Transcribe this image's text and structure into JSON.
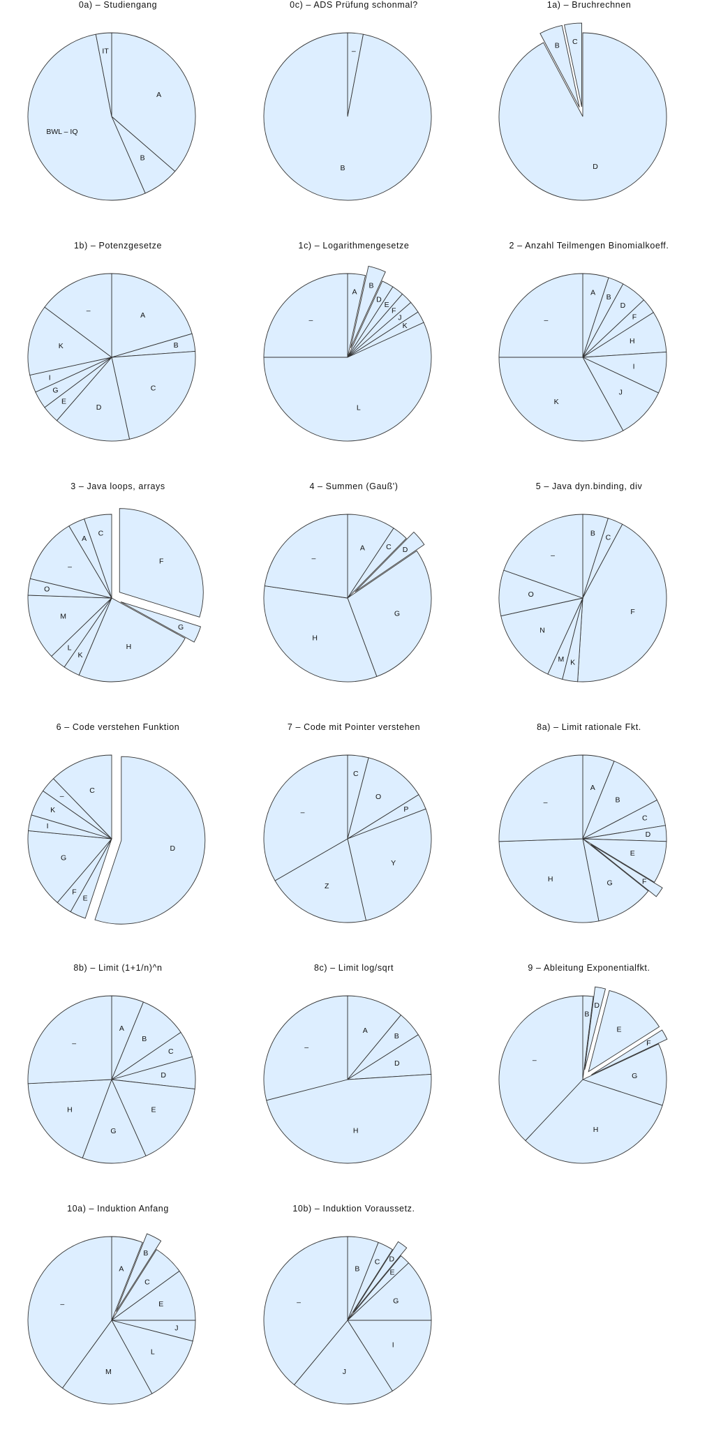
{
  "chart_data": [
    {
      "type": "pie",
      "title": "0a) – Studiengang",
      "slices": [
        {
          "label": "A",
          "value": 36,
          "exploded": false
        },
        {
          "label": "B",
          "value": 7,
          "exploded": false
        },
        {
          "label": "BWL – IQ",
          "value": 53,
          "exploded": false
        },
        {
          "label": "IT",
          "value": 3,
          "exploded": false
        }
      ]
    },
    {
      "type": "pie",
      "title": "0c) – ADS Prüfung schonmal?",
      "slices": [
        {
          "label": "–",
          "value": 3,
          "exploded": false
        },
        {
          "label": "B",
          "value": 97,
          "exploded": false
        }
      ]
    },
    {
      "type": "pie",
      "title": "1a) – Bruchrechnen",
      "slices": [
        {
          "label": "D",
          "value": 83,
          "exploded": false
        },
        {
          "label": "B",
          "value": 4,
          "exploded": true
        },
        {
          "label": "C",
          "value": 3,
          "exploded": true
        }
      ]
    },
    {
      "type": "pie",
      "title": "1b) – Potenzgesetze",
      "slices": [
        {
          "label": "A",
          "value": 18,
          "exploded": false
        },
        {
          "label": "B",
          "value": 3,
          "exploded": false
        },
        {
          "label": "C",
          "value": 20,
          "exploded": false
        },
        {
          "label": "D",
          "value": 13,
          "exploded": false
        },
        {
          "label": "E",
          "value": 3,
          "exploded": false
        },
        {
          "label": "G",
          "value": 3,
          "exploded": false
        },
        {
          "label": "I",
          "value": 3,
          "exploded": false
        },
        {
          "label": "K",
          "value": 12,
          "exploded": false
        },
        {
          "label": "–",
          "value": 13,
          "exploded": false
        }
      ]
    },
    {
      "type": "pie",
      "title": "1c) – Logarithmengesetze",
      "slices": [
        {
          "label": "A",
          "value": 3,
          "exploded": false
        },
        {
          "label": "B",
          "value": 3,
          "exploded": true
        },
        {
          "label": "D",
          "value": 2,
          "exploded": false
        },
        {
          "label": "E",
          "value": 2,
          "exploded": false
        },
        {
          "label": "F",
          "value": 2,
          "exploded": false
        },
        {
          "label": "J",
          "value": 2,
          "exploded": false
        },
        {
          "label": "K",
          "value": 2,
          "exploded": false
        },
        {
          "label": "L",
          "value": 50,
          "exploded": false
        },
        {
          "label": "–",
          "value": 22,
          "exploded": false
        }
      ]
    },
    {
      "type": "pie",
      "title": "2 – Anzahl Teilmengen Binomialkoeff.",
      "slices": [
        {
          "label": "A",
          "value": 5,
          "exploded": false
        },
        {
          "label": "B",
          "value": 3,
          "exploded": false
        },
        {
          "label": "D",
          "value": 5,
          "exploded": false
        },
        {
          "label": "F",
          "value": 3,
          "exploded": false
        },
        {
          "label": "H",
          "value": 8,
          "exploded": false
        },
        {
          "label": "I",
          "value": 8,
          "exploded": false
        },
        {
          "label": "J",
          "value": 10,
          "exploded": false
        },
        {
          "label": "K",
          "value": 33,
          "exploded": false
        },
        {
          "label": "–",
          "value": 25,
          "exploded": false
        }
      ]
    },
    {
      "type": "pie",
      "title": "3 – Java loops, arrays",
      "slices": [
        {
          "label": "F",
          "value": 28,
          "exploded": true
        },
        {
          "label": "G",
          "value": 3,
          "exploded": true
        },
        {
          "label": "H",
          "value": 22,
          "exploded": false
        },
        {
          "label": "K",
          "value": 3,
          "exploded": false
        },
        {
          "label": "L",
          "value": 3,
          "exploded": false
        },
        {
          "label": "M",
          "value": 12,
          "exploded": false
        },
        {
          "label": "O",
          "value": 3,
          "exploded": false
        },
        {
          "label": "–",
          "value": 12,
          "exploded": false
        },
        {
          "label": "A",
          "value": 3,
          "exploded": false
        },
        {
          "label": "C",
          "value": 5,
          "exploded": false
        }
      ]
    },
    {
      "type": "pie",
      "title": "4 – Summen (Gauß')",
      "slices": [
        {
          "label": "A",
          "value": 9,
          "exploded": false
        },
        {
          "label": "C",
          "value": 3,
          "exploded": false
        },
        {
          "label": "D",
          "value": 3,
          "exploded": true
        },
        {
          "label": "G",
          "value": 28,
          "exploded": false
        },
        {
          "label": "H",
          "value": 32,
          "exploded": false
        },
        {
          "label": "–",
          "value": 22,
          "exploded": false
        }
      ]
    },
    {
      "type": "pie",
      "title": "5 – Java dyn.binding, div",
      "slices": [
        {
          "label": "B",
          "value": 5,
          "exploded": false
        },
        {
          "label": "C",
          "value": 3,
          "exploded": false
        },
        {
          "label": "F",
          "value": 44,
          "exploded": false
        },
        {
          "label": "K",
          "value": 3,
          "exploded": false
        },
        {
          "label": "M",
          "value": 3,
          "exploded": false
        },
        {
          "label": "N",
          "value": 15,
          "exploded": false
        },
        {
          "label": "O",
          "value": 9,
          "exploded": false
        },
        {
          "label": "–",
          "value": 20,
          "exploded": false
        }
      ]
    },
    {
      "type": "pie",
      "title": "6 – Code verstehen Funktion",
      "slices": [
        {
          "label": "D",
          "value": 54,
          "exploded": true
        },
        {
          "label": "E",
          "value": 3,
          "exploded": false
        },
        {
          "label": "F",
          "value": 3,
          "exploded": false
        },
        {
          "label": "G",
          "value": 15,
          "exploded": false
        },
        {
          "label": "I",
          "value": 3,
          "exploded": false
        },
        {
          "label": "K",
          "value": 5,
          "exploded": false
        },
        {
          "label": "–",
          "value": 3,
          "exploded": false
        },
        {
          "label": "C",
          "value": 12,
          "exploded": false
        }
      ]
    },
    {
      "type": "pie",
      "title": "7 – Code mit Pointer verstehen",
      "slices": [
        {
          "label": "C",
          "value": 4,
          "exploded": false
        },
        {
          "label": "O",
          "value": 12,
          "exploded": false
        },
        {
          "label": "P",
          "value": 3,
          "exploded": false
        },
        {
          "label": "Y",
          "value": 27,
          "exploded": false
        },
        {
          "label": "Z",
          "value": 20,
          "exploded": false
        },
        {
          "label": "–",
          "value": 33,
          "exploded": false
        }
      ]
    },
    {
      "type": "pie",
      "title": "8a) – Limit rationale Fkt.",
      "slices": [
        {
          "label": "A",
          "value": 6,
          "exploded": false
        },
        {
          "label": "B",
          "value": 11,
          "exploded": false
        },
        {
          "label": "C",
          "value": 5,
          "exploded": false
        },
        {
          "label": "D",
          "value": 3,
          "exploded": false
        },
        {
          "label": "E",
          "value": 8,
          "exploded": false
        },
        {
          "label": "F",
          "value": 2,
          "exploded": true
        },
        {
          "label": "G",
          "value": 11,
          "exploded": false
        },
        {
          "label": "H",
          "value": 27,
          "exploded": false
        },
        {
          "label": "–",
          "value": 25,
          "exploded": false
        }
      ]
    },
    {
      "type": "pie",
      "title": "8b) – Limit (1+1/n)^n",
      "slices": [
        {
          "label": "A",
          "value": 6,
          "exploded": false
        },
        {
          "label": "B",
          "value": 9,
          "exploded": false
        },
        {
          "label": "C",
          "value": 5,
          "exploded": false
        },
        {
          "label": "D",
          "value": 6,
          "exploded": false
        },
        {
          "label": "E",
          "value": 16,
          "exploded": false
        },
        {
          "label": "G",
          "value": 12,
          "exploded": false
        },
        {
          "label": "H",
          "value": 18,
          "exploded": false
        },
        {
          "label": "–",
          "value": 25,
          "exploded": false
        }
      ]
    },
    {
      "type": "pie",
      "title": "8c) – Limit log/sqrt",
      "slices": [
        {
          "label": "A",
          "value": 11,
          "exploded": false
        },
        {
          "label": "B",
          "value": 5,
          "exploded": false
        },
        {
          "label": "D",
          "value": 8,
          "exploded": false
        },
        {
          "label": "H",
          "value": 47,
          "exploded": false
        },
        {
          "label": "–",
          "value": 29,
          "exploded": false
        }
      ]
    },
    {
      "type": "pie",
      "title": "9 – Ableitung Exponentialfkt.",
      "slices": [
        {
          "label": "B",
          "value": 2,
          "exploded": false
        },
        {
          "label": "D",
          "value": 2,
          "exploded": true
        },
        {
          "label": "E",
          "value": 12,
          "exploded": true
        },
        {
          "label": "F",
          "value": 2,
          "exploded": true
        },
        {
          "label": "G",
          "value": 12,
          "exploded": false
        },
        {
          "label": "H",
          "value": 32,
          "exploded": false
        },
        {
          "label": "–",
          "value": 38,
          "exploded": false
        }
      ]
    },
    {
      "type": "pie",
      "title": "10a) – Induktion Anfang",
      "slices": [
        {
          "label": "A",
          "value": 6,
          "exploded": false
        },
        {
          "label": "B",
          "value": 3,
          "exploded": true
        },
        {
          "label": "C",
          "value": 6,
          "exploded": false
        },
        {
          "label": "E",
          "value": 10,
          "exploded": false
        },
        {
          "label": "J",
          "value": 4,
          "exploded": false
        },
        {
          "label": "L",
          "value": 13,
          "exploded": false
        },
        {
          "label": "M",
          "value": 18,
          "exploded": false
        },
        {
          "label": "–",
          "value": 40,
          "exploded": false
        }
      ]
    },
    {
      "type": "pie",
      "title": "10b) – Induktion Voraussetz.",
      "slices": [
        {
          "label": "B",
          "value": 6,
          "exploded": false
        },
        {
          "label": "C",
          "value": 3,
          "exploded": false
        },
        {
          "label": "D",
          "value": 2,
          "exploded": true
        },
        {
          "label": "E",
          "value": 2,
          "exploded": false
        },
        {
          "label": "G",
          "value": 12,
          "exploded": false
        },
        {
          "label": "I",
          "value": 16,
          "exploded": false
        },
        {
          "label": "J",
          "value": 20,
          "exploded": false
        },
        {
          "label": "–",
          "value": 39,
          "exploded": false
        }
      ]
    }
  ]
}
